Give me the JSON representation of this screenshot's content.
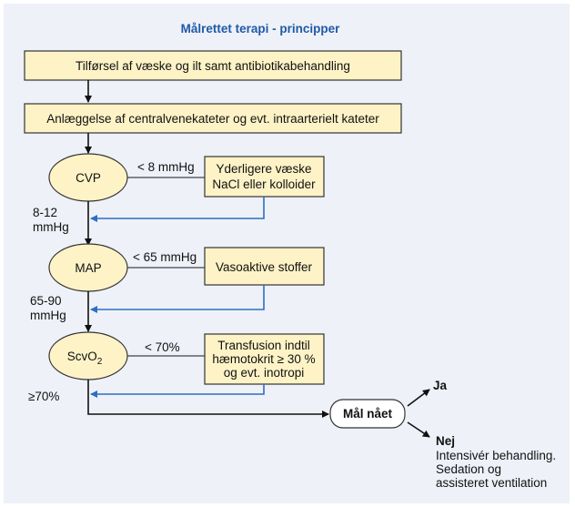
{
  "title": "Målrettet terapi - principper",
  "steps": {
    "step1": "Tilførsel af væske og ilt samt antibiotikabehandling",
    "step2": "Anlæggelse af centralvenekateter og evt. intraarterielt kateter"
  },
  "cvp": {
    "label": "CVP",
    "low_condition": "< 8 mmHg",
    "action_line1": "Yderligere væske",
    "action_line2": "NaCl eller kolloider",
    "target_line1": "8-12",
    "target_line2": "mmHg"
  },
  "map": {
    "label": "MAP",
    "low_condition": "< 65 mmHg",
    "action": "Vasoaktive stoffer",
    "target_line1": "65-90",
    "target_line2": "mmHg"
  },
  "scvo2": {
    "label_main": "ScvO",
    "label_sub": "2",
    "low_condition": "< 70%",
    "action_line1": "Transfusion indtil",
    "action_line2": "hæmotokrit ≥ 30 %",
    "action_line3": "og evt. inotropi",
    "target": "≥70%"
  },
  "goal": {
    "label": "Mål nået",
    "yes": "Ja",
    "no": "Nej",
    "no_detail_line1": "Intensivér behandling.",
    "no_detail_line2": "Sedation og",
    "no_detail_line3": "assisteret ventilation"
  },
  "colors": {
    "panel_bg": "#eef1f8",
    "box_fill": "#fdf3c6",
    "title_blue": "#1f5aa6",
    "feedback_arrow": "#2c6fc2"
  }
}
